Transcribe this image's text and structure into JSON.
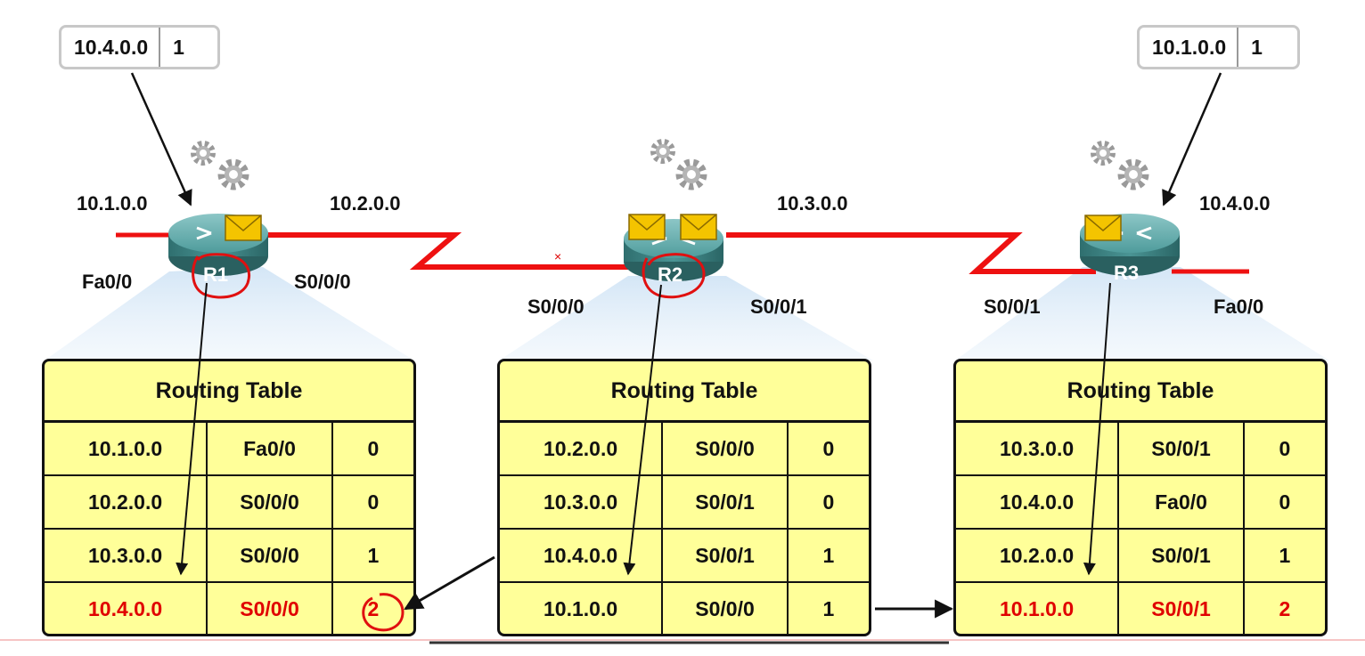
{
  "updates": [
    {
      "network": "10.4.0.0",
      "metric": "1"
    },
    {
      "network": "10.1.0.0",
      "metric": "1"
    }
  ],
  "networks": {
    "n1": "10.1.0.0",
    "n2": "10.2.0.0",
    "n3": "10.3.0.0",
    "n4": "10.4.0.0"
  },
  "interfaces": {
    "r1_fa": "Fa0/0",
    "r1_s": "S0/0/0",
    "r2_s0": "S0/0/0",
    "r2_s1": "S0/0/1",
    "r3_s": "S0/0/1",
    "r3_fa": "Fa0/0"
  },
  "routers": [
    "R1",
    "R2",
    "R3"
  ],
  "tables": [
    {
      "title": "Routing Table",
      "rows": [
        [
          "10.1.0.0",
          "Fa0/0",
          "0"
        ],
        [
          "10.2.0.0",
          "S0/0/0",
          "0"
        ],
        [
          "10.3.0.0",
          "S0/0/0",
          "1"
        ],
        [
          "10.4.0.0",
          "S0/0/0",
          "2"
        ]
      ]
    },
    {
      "title": "Routing Table",
      "rows": [
        [
          "10.2.0.0",
          "S0/0/0",
          "0"
        ],
        [
          "10.3.0.0",
          "S0/0/1",
          "0"
        ],
        [
          "10.4.0.0",
          "S0/0/1",
          "1"
        ],
        [
          "10.1.0.0",
          "S0/0/0",
          "1"
        ]
      ]
    },
    {
      "title": "Routing Table",
      "rows": [
        [
          "10.3.0.0",
          "S0/0/1",
          "0"
        ],
        [
          "10.4.0.0",
          "Fa0/0",
          "0"
        ],
        [
          "10.2.0.0",
          "S0/0/1",
          "1"
        ],
        [
          "10.1.0.0",
          "S0/0/1",
          "2"
        ]
      ]
    }
  ],
  "colors": {
    "link": "#ee1111",
    "table_bg": "#ffff99",
    "new_route": "#e00000",
    "router_body": "#3f8a8a",
    "envelope": "#f4c400"
  }
}
